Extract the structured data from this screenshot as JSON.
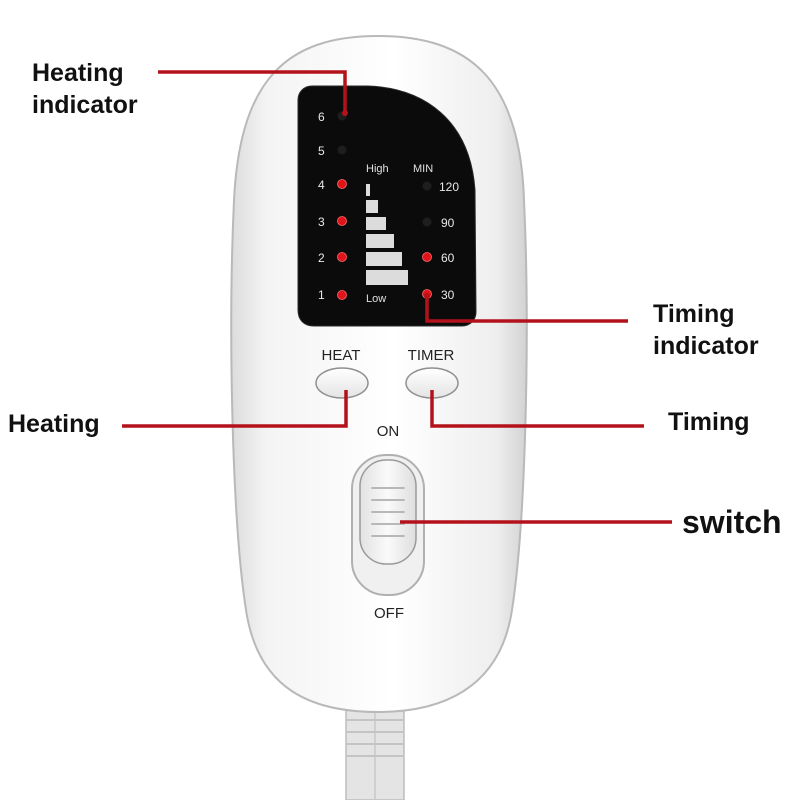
{
  "callouts": {
    "heating_indicator": [
      "Heating",
      "indicator"
    ],
    "timing_indicator": [
      "Timing",
      "indicator"
    ],
    "heating": "Heating",
    "timing": "Timing",
    "switch": "switch"
  },
  "display": {
    "heat_levels": [
      {
        "label": "6",
        "on": false
      },
      {
        "label": "5",
        "on": false
      },
      {
        "label": "4",
        "on": true
      },
      {
        "label": "3",
        "on": true
      },
      {
        "label": "2",
        "on": true
      },
      {
        "label": "1",
        "on": true
      }
    ],
    "high_label": "High",
    "low_label": "Low",
    "min_label": "MIN",
    "timer_levels": [
      {
        "label": "120",
        "on": false
      },
      {
        "label": "90",
        "on": false
      },
      {
        "label": "60",
        "on": true
      },
      {
        "label": "30",
        "on": true
      }
    ]
  },
  "buttons": {
    "heat_label": "HEAT",
    "timer_label": "TIMER"
  },
  "switch": {
    "on_label": "ON",
    "off_label": "OFF"
  },
  "colors": {
    "led_on": "#e0141a",
    "led_off": "#1e1e1e",
    "leader": "#b3121a",
    "panel": "#0b0b0b"
  }
}
